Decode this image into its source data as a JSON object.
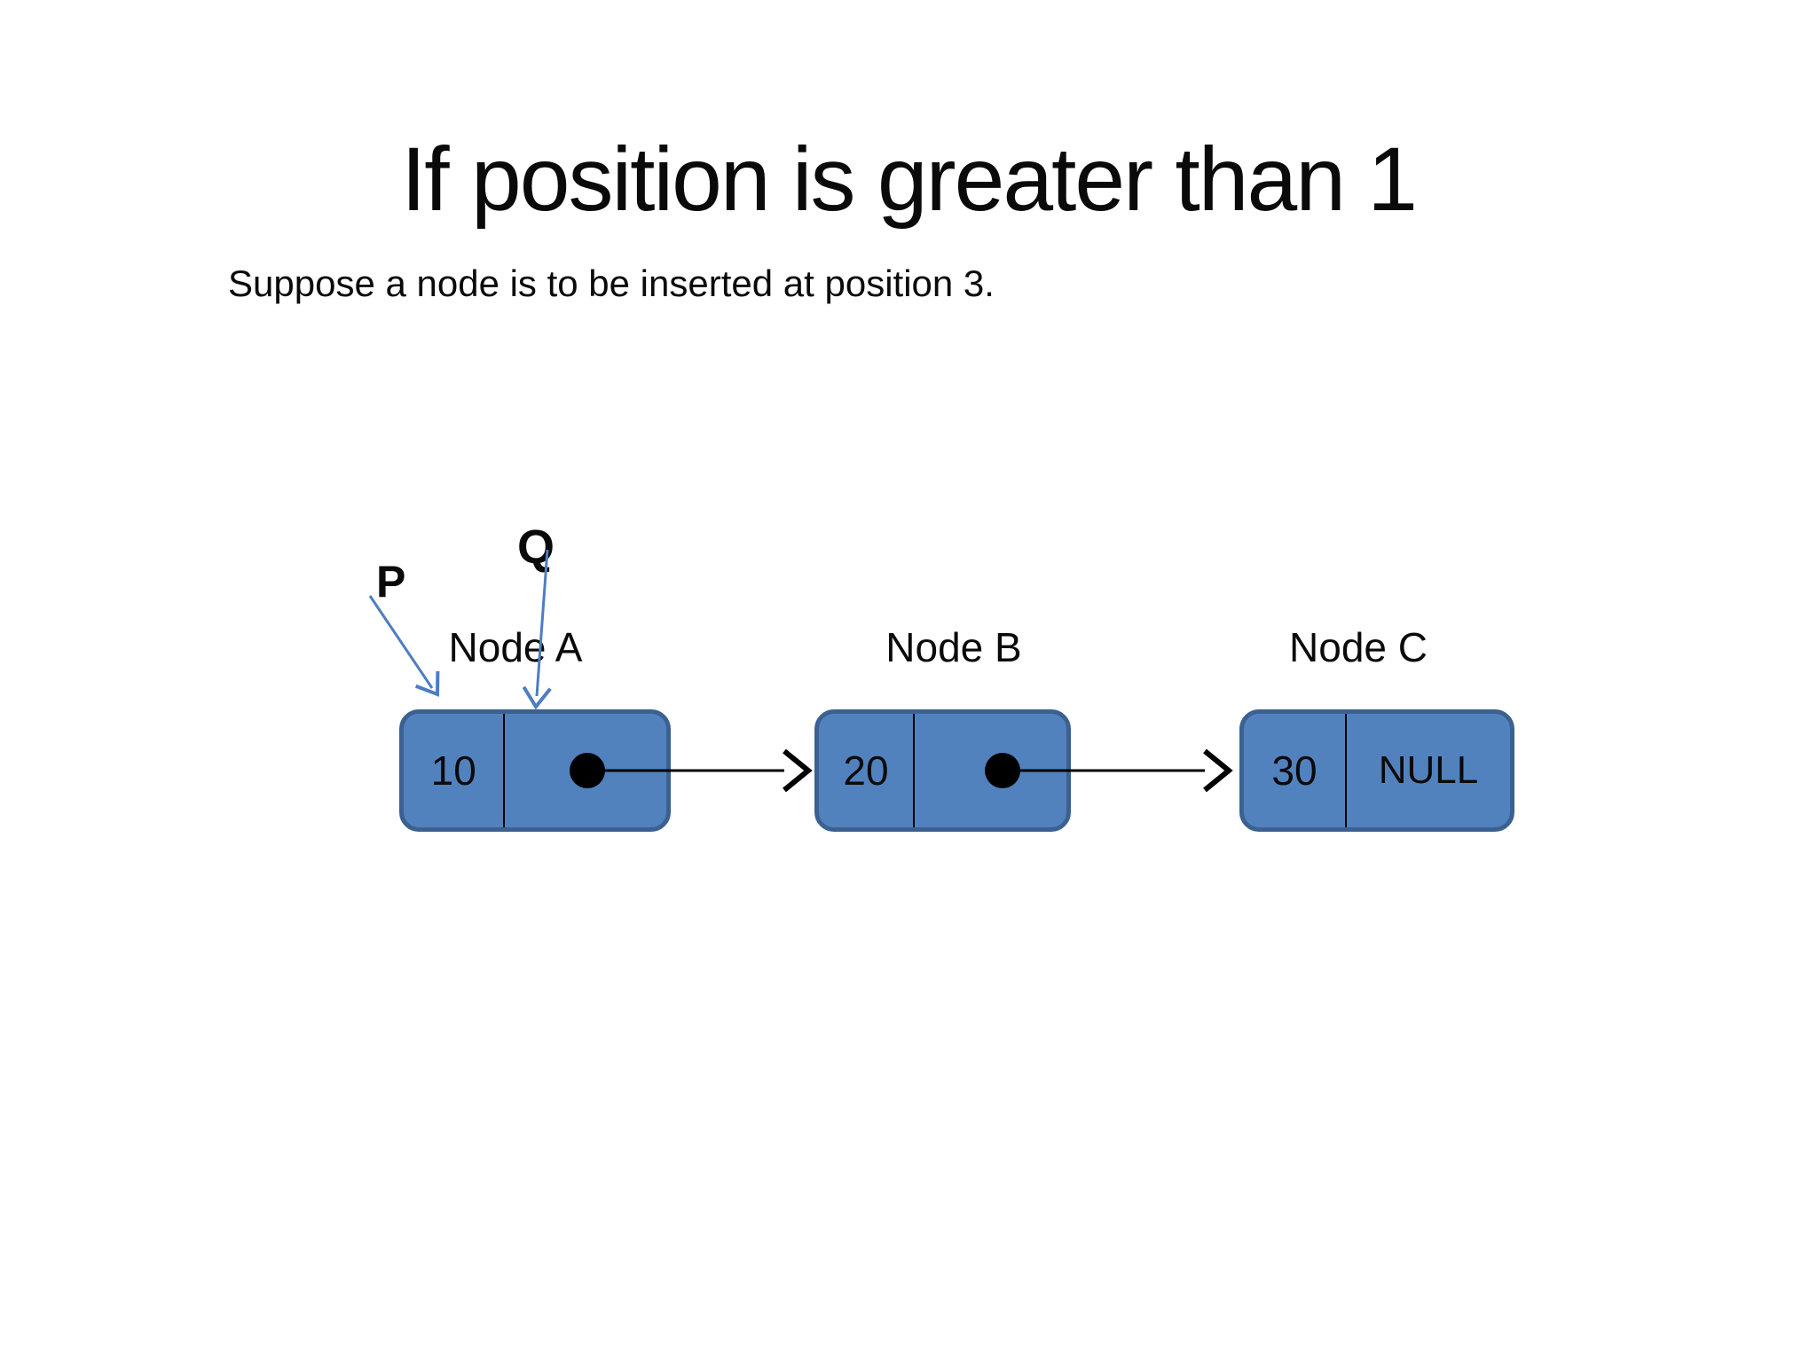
{
  "slide": {
    "title": "If position is greater than 1",
    "subtitle": "Suppose a node is to be inserted at position 3."
  },
  "diagram": {
    "pointer_p": {
      "label": "P",
      "points_to": "Node A"
    },
    "pointer_q": {
      "label": "Q",
      "points_to": "Node A"
    },
    "nodes": [
      {
        "label": "Node A",
        "data": "10",
        "next": "Node B"
      },
      {
        "label": "Node B",
        "data": "20",
        "next": "Node C"
      },
      {
        "label": "Node C",
        "data": "30",
        "next": "NULL"
      }
    ],
    "null_text": "NULL",
    "colors": {
      "node_fill": "#5282BE",
      "node_border": "#3B6191",
      "divider_line": "#000000",
      "link_arrow": "#000000",
      "pointer_arrow": "#4E7DC0"
    }
  }
}
